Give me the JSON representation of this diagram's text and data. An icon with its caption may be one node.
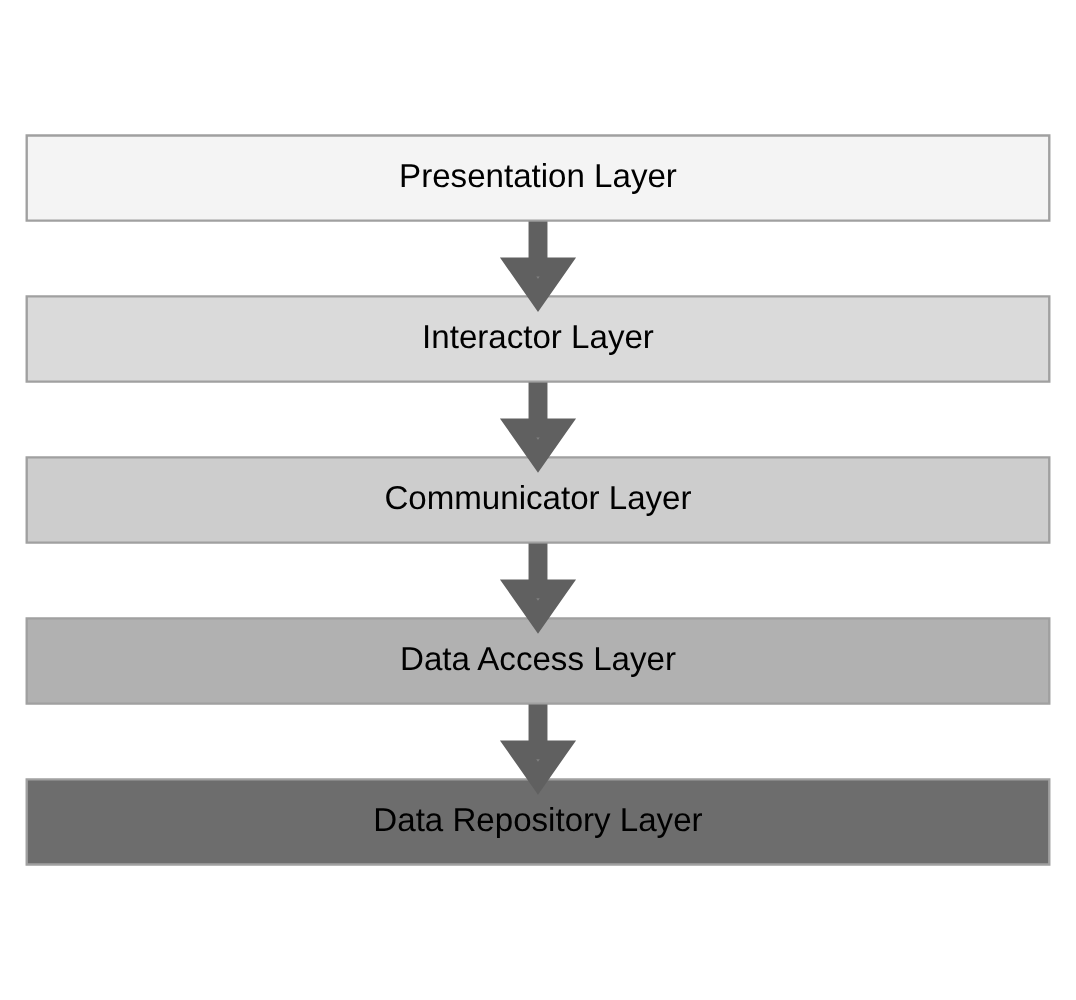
{
  "diagram": {
    "nodes": [
      {
        "text": [
          "Presentation Layer"
        ]
      },
      {
        "text": [
          "Interactor Layer"
        ]
      },
      {
        "text": [
          "Communicator Layer"
        ]
      },
      {
        "text": [
          "Data Access Layer"
        ]
      },
      {
        "text": [
          "Data Repository Layer"
        ]
      }
    ],
    "edges": [
      {
        "from": 0,
        "to": 1,
        "arrow": "to"
      },
      {
        "from": 1,
        "to": 2,
        "arrow": "to"
      },
      {
        "from": 2,
        "to": 3,
        "arrow": "to"
      },
      {
        "from": 3,
        "to": 4,
        "arrow": "to"
      }
    ]
  }
}
